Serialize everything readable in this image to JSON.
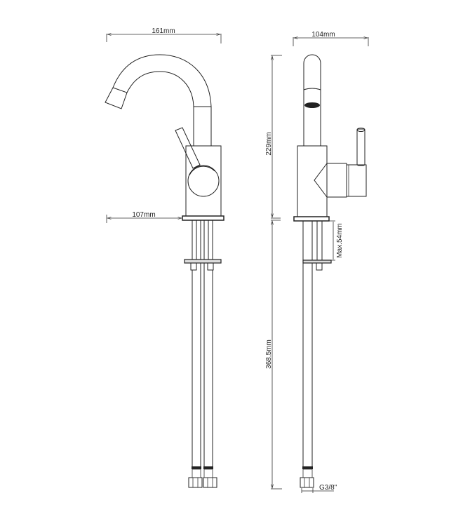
{
  "drawing": {
    "title": "Basin mixer tap technical dimension drawing",
    "views": [
      "side-view",
      "front-view"
    ],
    "dimensions": {
      "spout_reach": "161mm",
      "front_width": "104mm",
      "base_to_spout": "107mm",
      "body_height": "229mm",
      "hose_length": "368.5mm",
      "max_deck_thickness": "Max.54mm",
      "connector_thread": "G3/8\""
    },
    "colors": {
      "line": "#222222",
      "background": "#ffffff"
    }
  }
}
